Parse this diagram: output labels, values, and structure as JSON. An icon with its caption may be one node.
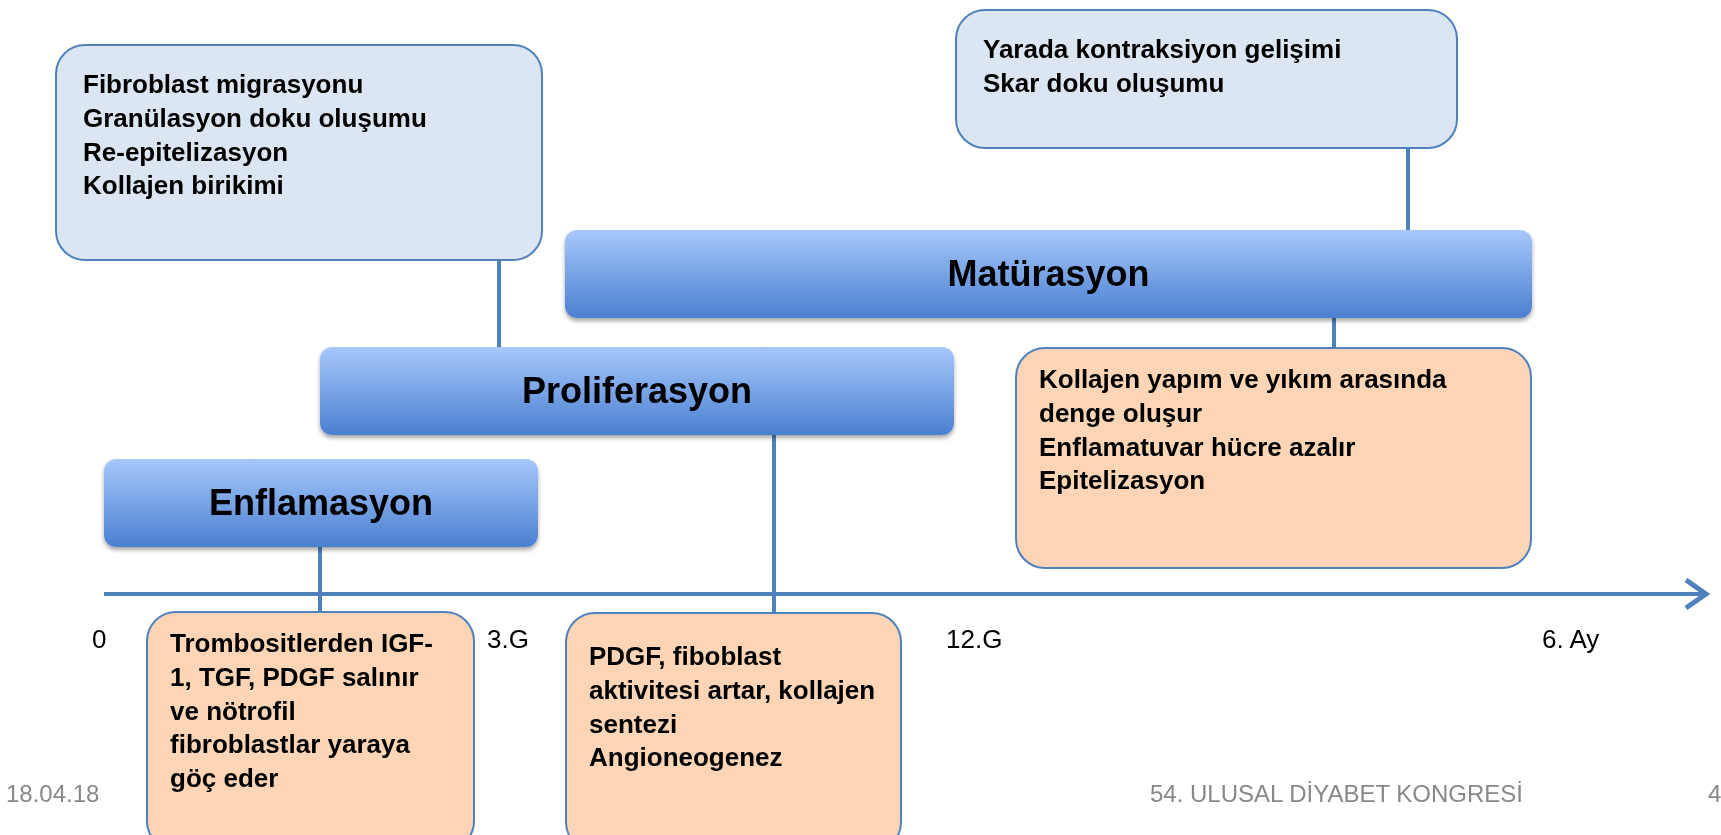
{
  "diagram": {
    "nodes": [
      {
        "text": [
          "Yarada kontraksiyon gelişimi",
          "Skar doku oluşumu"
        ]
      },
      {
        "text": [
          "Fibroblast migrasyonu",
          "Granülasyon doku oluşumu",
          "Re-epitelizasyon",
          "Kollajen birikimi"
        ]
      },
      {
        "text": [
          "Matürasyon"
        ]
      },
      {
        "text": [
          "Proliferasyon"
        ]
      },
      {
        "text": [
          "Kollajen yapım ve yıkım arasında denge oluşur",
          "Enflamatuvar hücre azalır",
          "Epitelizasyon"
        ]
      },
      {
        "text": [
          "Enflamasyon"
        ]
      },
      {
        "text": [
          "Trombositlerden IGF-1, TGF, PDGF salınır ve nötrofil fibroblastlar yaraya göç eder"
        ]
      },
      {
        "text": [
          "PDGF, fiboblast aktivitesi artar, kollajen sentezi",
          "Angioneogenez"
        ]
      }
    ],
    "edges": [
      {
        "from": 0,
        "to": 2,
        "arrow": "none"
      },
      {
        "from": 1,
        "to": 3,
        "arrow": "none"
      },
      {
        "from": 2,
        "to": 4,
        "arrow": "none"
      },
      {
        "from": 5,
        "to": 6,
        "arrow": "none"
      },
      {
        "from": 3,
        "to": 7,
        "arrow": "none"
      }
    ],
    "labels": [
      "0",
      "3.G",
      "12.G",
      "6. Ay",
      "18.04.18",
      "54. ULUSAL DİYABET KONGRESİ",
      "4"
    ]
  }
}
